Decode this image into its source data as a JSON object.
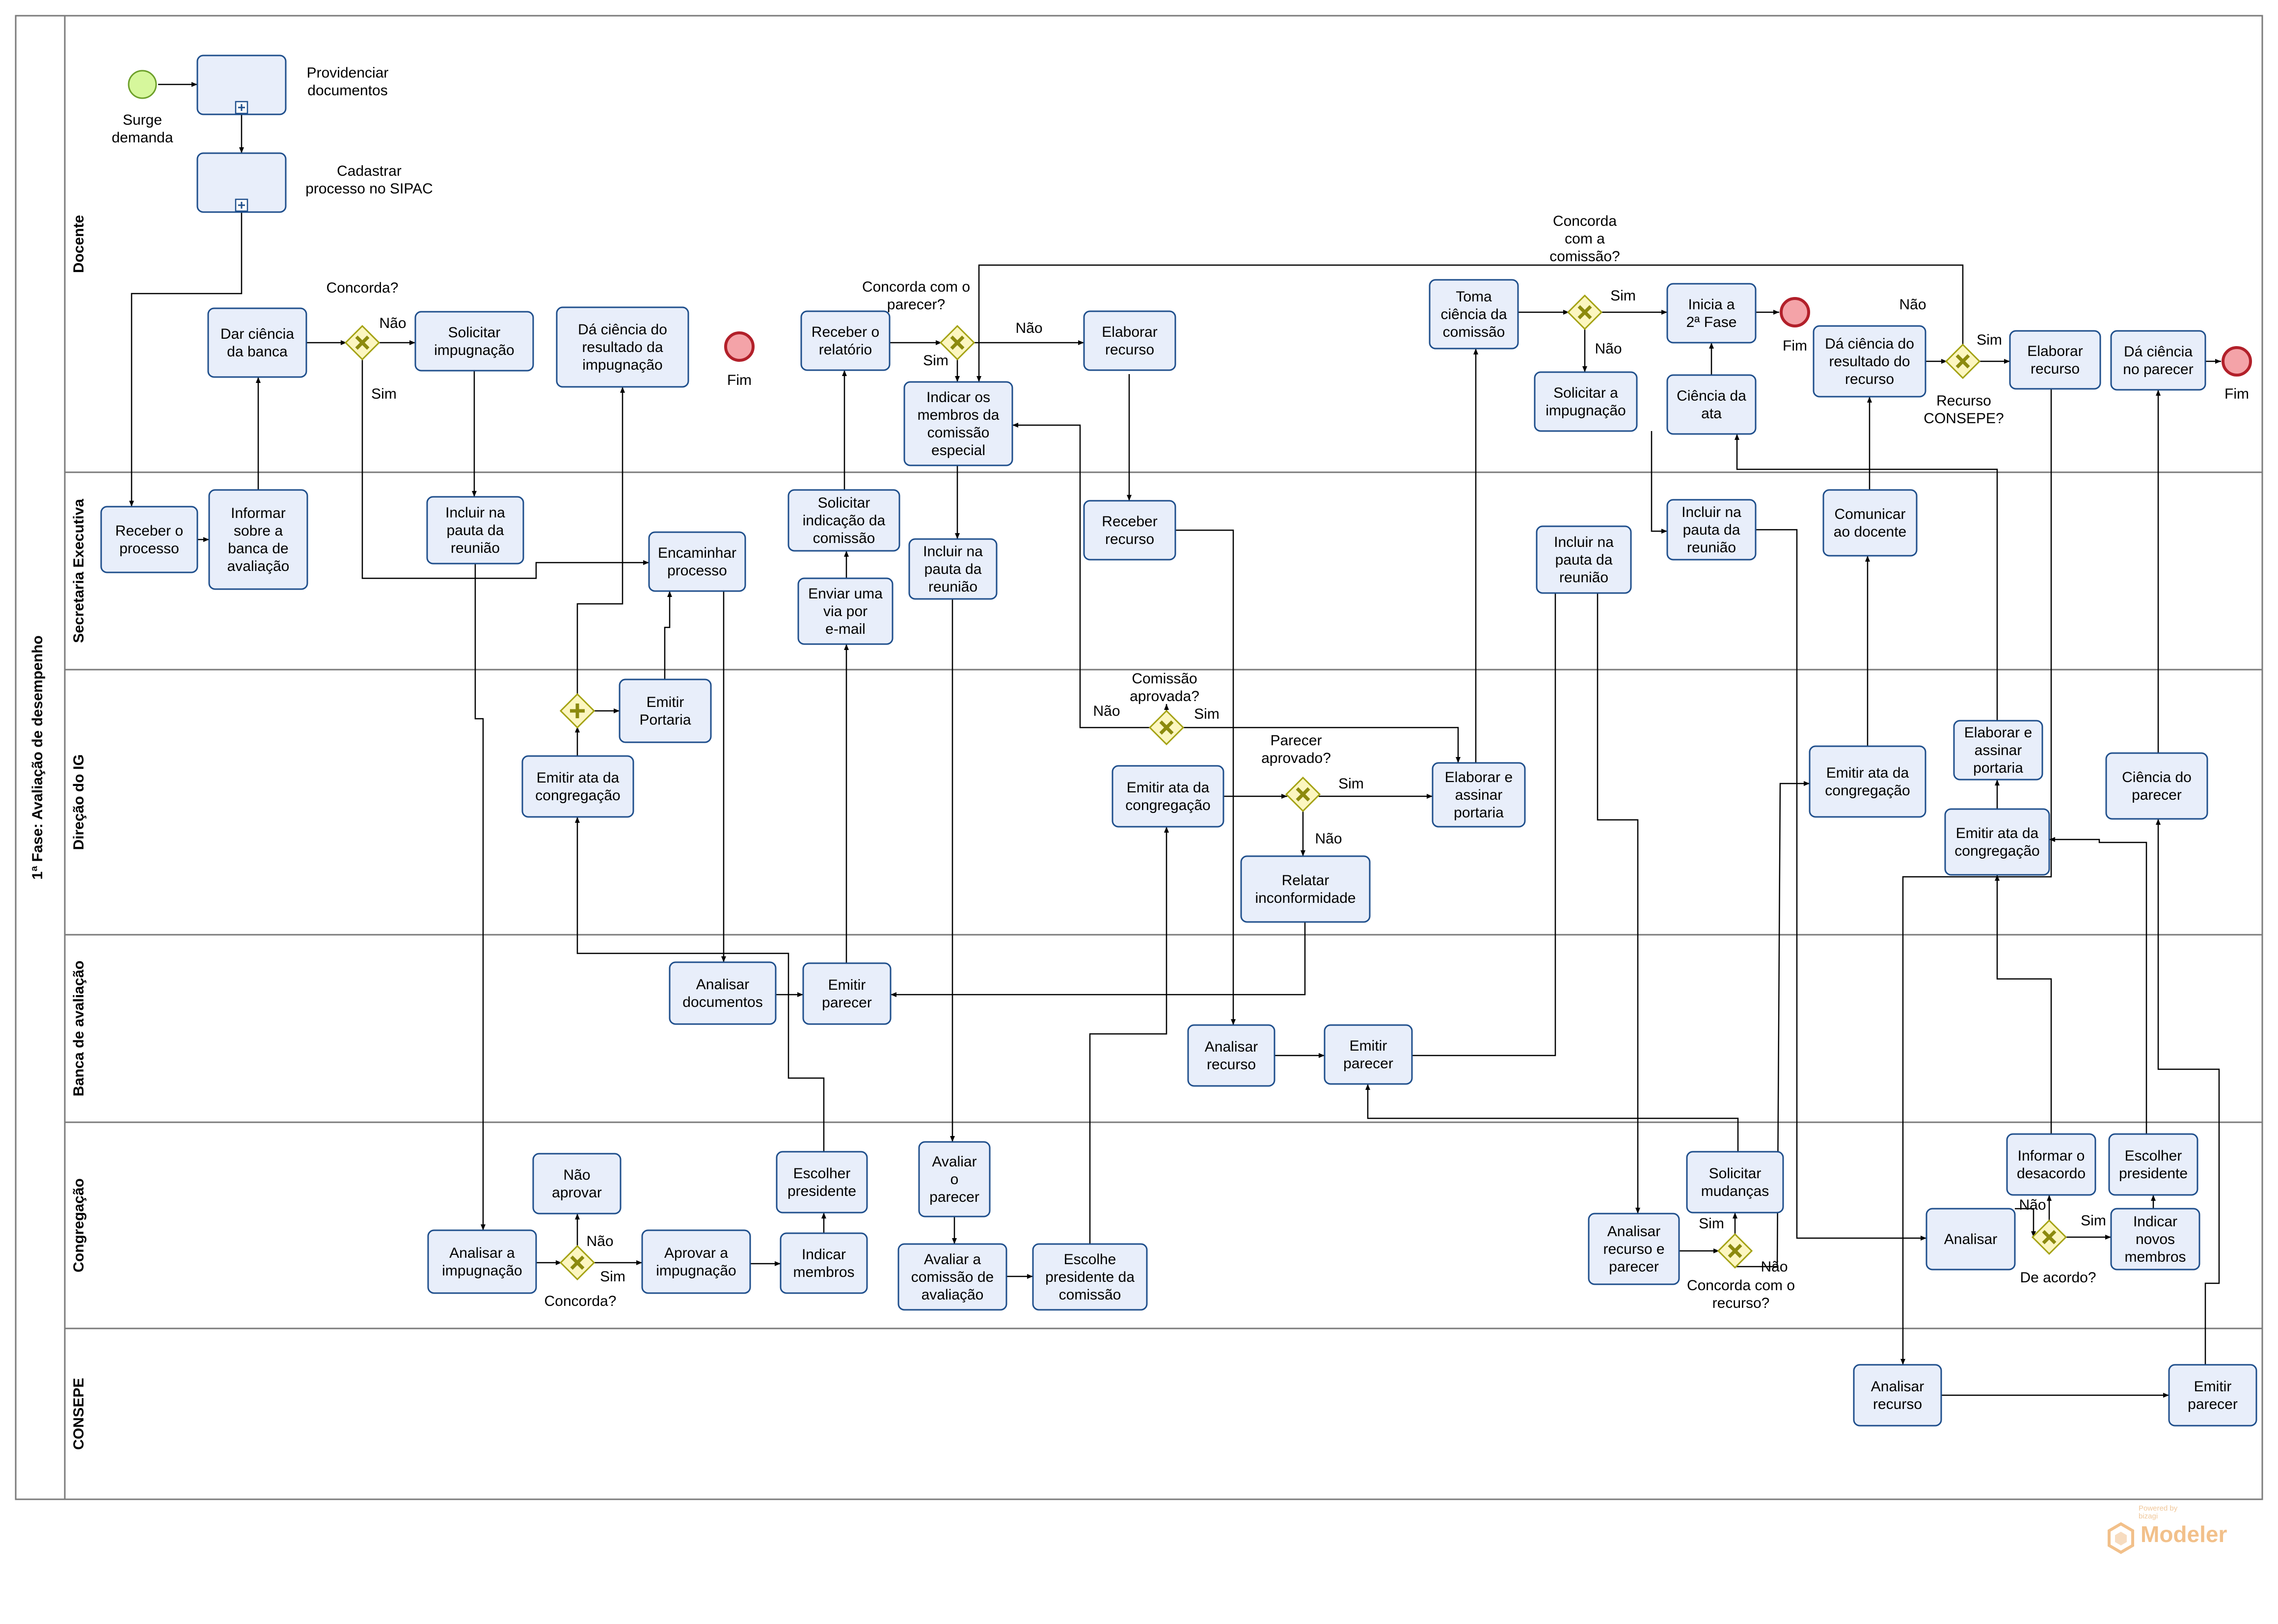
{
  "pool": {
    "title": "1ª Fase: Avaliação de desempenho"
  },
  "lanes": [
    {
      "id": "docente",
      "title": "Docente"
    },
    {
      "id": "secretaria",
      "title": "Secretaria Executiva"
    },
    {
      "id": "direcao",
      "title": "Direção do IG"
    },
    {
      "id": "banca",
      "title": "Banca de avaliação"
    },
    {
      "id": "congregacao",
      "title": "Congregação"
    },
    {
      "id": "consepe",
      "title": "CONSEPE"
    }
  ],
  "tasks": [
    {
      "id": "t_prov",
      "label": "Providenciar documentos",
      "subprocess": true
    },
    {
      "id": "t_cad",
      "label": "Cadastrar processo no SIPAC",
      "subprocess": true
    },
    {
      "id": "t_dar",
      "label": "Dar ciência da banca"
    },
    {
      "id": "t_solimp1",
      "label": "Solicitar impugnação"
    },
    {
      "id": "t_daci1",
      "label": "Dá ciência do resultado da impugnação"
    },
    {
      "id": "t_recrel",
      "label": "Receber o relatório"
    },
    {
      "id": "t_indmem",
      "label": "Indicar os membros da comissão especial"
    },
    {
      "id": "t_elab1",
      "label": "Elaborar recurso"
    },
    {
      "id": "t_toma",
      "label": "Toma ciência da comissão"
    },
    {
      "id": "t_inicia",
      "label": "Inicia a 2ª Fase"
    },
    {
      "id": "t_solimp2",
      "label": "Solicitar a impugnação"
    },
    {
      "id": "t_ciata",
      "label": "Ciência da ata"
    },
    {
      "id": "t_daci2",
      "label": "Dá ciência do resultado do recurso"
    },
    {
      "id": "t_elab2",
      "label": "Elaborar recurso"
    },
    {
      "id": "t_daci3",
      "label": "Dá ciência no parecer"
    },
    {
      "id": "t_receber",
      "label": "Receber o processo"
    },
    {
      "id": "t_informar",
      "label": "Informar sobre a banca de avaliação"
    },
    {
      "id": "t_pauta1",
      "label": "Incluir na pauta da reunião"
    },
    {
      "id": "t_encam",
      "label": "Encaminhar processo"
    },
    {
      "id": "t_solind",
      "label": "Solicitar indicação da comissão"
    },
    {
      "id": "t_enviar",
      "label": "Enviar uma via por e-mail"
    },
    {
      "id": "t_pauta2",
      "label": "Incluir na pauta da reunião"
    },
    {
      "id": "t_recrec",
      "label": "Receber recurso"
    },
    {
      "id": "t_pauta3",
      "label": "Incluir na pauta da reunião"
    },
    {
      "id": "t_pauta4",
      "label": "Incluir na pauta da reunião"
    },
    {
      "id": "t_comun",
      "label": "Comunicar ao docente"
    },
    {
      "id": "t_emport",
      "label": "Emitir Portaria"
    },
    {
      "id": "t_ata1",
      "label": "Emitir ata da congregação"
    },
    {
      "id": "t_ata2",
      "label": "Emitir ata da congregação"
    },
    {
      "id": "t_elabport1",
      "label": "Elaborar e assinar portaria"
    },
    {
      "id": "t_relatar",
      "label": "Relatar inconformidade"
    },
    {
      "id": "t_ata3",
      "label": "Emitir ata da congregação"
    },
    {
      "id": "t_elabport2",
      "label": "Elaborar e assinar portaria"
    },
    {
      "id": "t_ata4",
      "label": "Emitir ata da congregação"
    },
    {
      "id": "t_ciparecer",
      "label": "Ciência do parecer"
    },
    {
      "id": "t_analdoc",
      "label": "Analisar documentos"
    },
    {
      "id": "t_parecer1",
      "label": "Emitir parecer"
    },
    {
      "id": "t_analrec1",
      "label": "Analisar recurso"
    },
    {
      "id": "t_parecer2",
      "label": "Emitir parecer"
    },
    {
      "id": "t_analimp",
      "label": "Analisar a impugnação"
    },
    {
      "id": "t_naoapr",
      "label": "Não aprovar"
    },
    {
      "id": "t_aprimp",
      "label": "Aprovar a impugnação"
    },
    {
      "id": "t_indicar",
      "label": "Indicar membros"
    },
    {
      "id": "t_escpres1",
      "label": "Escolher presidente"
    },
    {
      "id": "t_avpar",
      "label": "Avaliar o parecer"
    },
    {
      "id": "t_avcom",
      "label": "Avaliar a comissão de avaliação"
    },
    {
      "id": "t_escpres2",
      "label": "Escolhe presidente da comissão"
    },
    {
      "id": "t_analrecp",
      "label": "Analisar recurso e parecer"
    },
    {
      "id": "t_solmud",
      "label": "Solicitar mudanças"
    },
    {
      "id": "t_analisar",
      "label": "Analisar"
    },
    {
      "id": "t_infdes",
      "label": "Informar o desacordo"
    },
    {
      "id": "t_escpres3",
      "label": "Escolher presidente"
    },
    {
      "id": "t_indnov",
      "label": "Indicar novos membros"
    },
    {
      "id": "t_analrec2",
      "label": "Analisar recurso"
    },
    {
      "id": "t_parecer3",
      "label": "Emitir parecer"
    }
  ],
  "events": [
    {
      "id": "e_start",
      "type": "start",
      "label": "Surge demanda"
    },
    {
      "id": "e_end1",
      "type": "end",
      "label": "Fim"
    },
    {
      "id": "e_end2",
      "type": "end",
      "label": "Fim"
    },
    {
      "id": "e_end3",
      "type": "end",
      "label": "Fim"
    },
    {
      "id": "e_end4",
      "type": "end",
      "label": "Fim"
    }
  ],
  "gateways": [
    {
      "id": "g1",
      "type": "exclusive",
      "label": "Concorda?"
    },
    {
      "id": "g2",
      "type": "exclusive",
      "label": "Concorda com o parecer?"
    },
    {
      "id": "g3",
      "type": "exclusive",
      "label": "Concorda com a comissão?"
    },
    {
      "id": "g4",
      "type": "exclusive",
      "label": "Recurso CONSEPE?"
    },
    {
      "id": "g5",
      "type": "parallel",
      "label": ""
    },
    {
      "id": "g6",
      "type": "exclusive",
      "label": "Comissão aprovada?"
    },
    {
      "id": "g7",
      "type": "exclusive",
      "label": "Parecer aprovado?"
    },
    {
      "id": "g8",
      "type": "exclusive",
      "label": "Concorda?"
    },
    {
      "id": "g9",
      "type": "exclusive",
      "label": "Concorda com o recurso?"
    },
    {
      "id": "g10",
      "type": "exclusive",
      "label": "De acordo?"
    }
  ],
  "flow_labels": {
    "nao": "Não",
    "sim": "Sim"
  },
  "watermark": {
    "powered": "Powered by",
    "brand": "bizagi",
    "product": "Modeler"
  },
  "colors": {
    "task_fill": "#e8eefa",
    "task_stroke": "#1f4f8c",
    "gateway_fill": "#fcf6c0",
    "gateway_stroke": "#a4a213",
    "gateway_mark": "#8c8a0e",
    "start_fill": "#d6f79c",
    "start_stroke": "#6da02a",
    "end_fill": "#f4a3a8",
    "end_stroke": "#b2202a",
    "lane_line": "#808080",
    "flow": "#000000"
  }
}
